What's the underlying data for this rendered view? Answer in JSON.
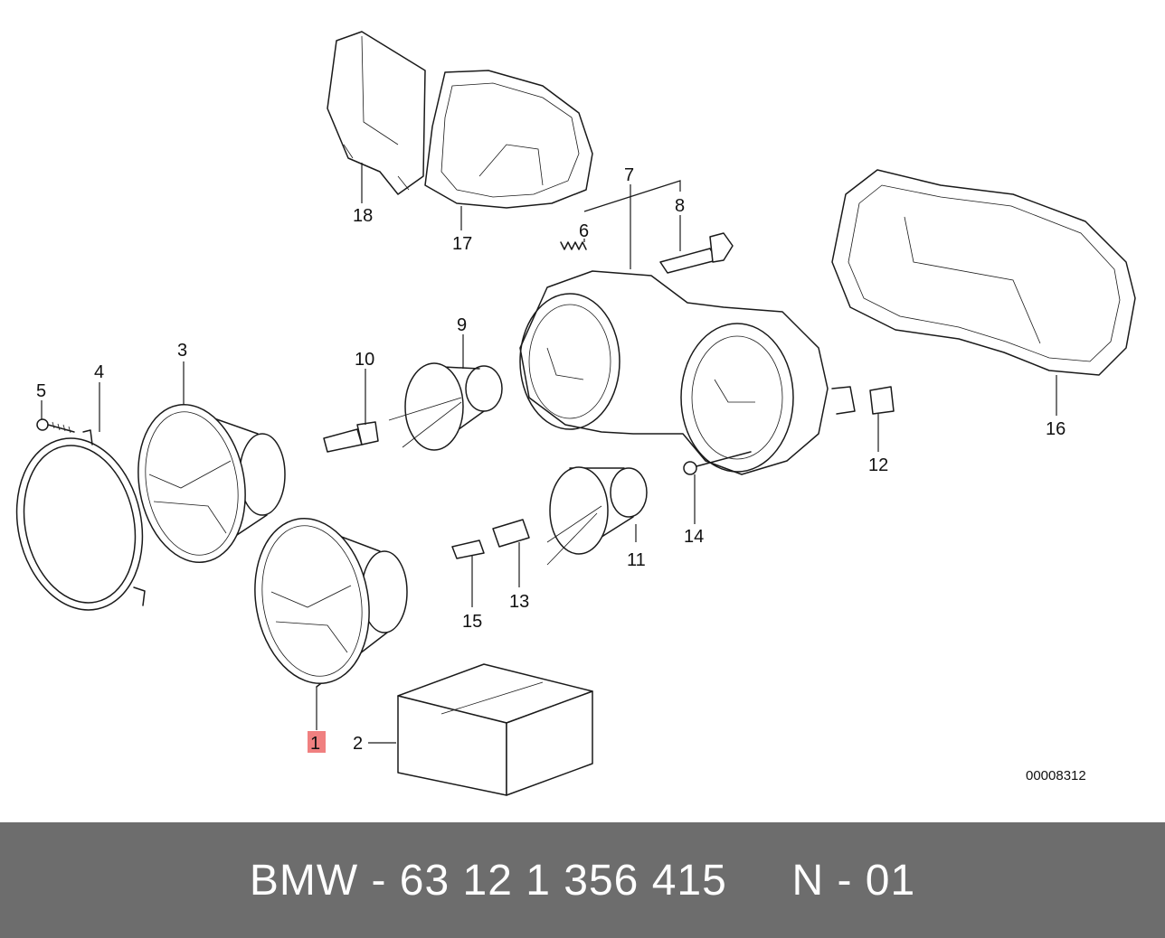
{
  "diagram": {
    "callouts": [
      {
        "id": "c1",
        "label": "1",
        "highlighted": true
      },
      {
        "id": "c2",
        "label": "2"
      },
      {
        "id": "c3",
        "label": "3"
      },
      {
        "id": "c4",
        "label": "4"
      },
      {
        "id": "c5",
        "label": "5"
      },
      {
        "id": "c6",
        "label": "6"
      },
      {
        "id": "c7",
        "label": "7"
      },
      {
        "id": "c8",
        "label": "8"
      },
      {
        "id": "c9",
        "label": "9"
      },
      {
        "id": "c10",
        "label": "10"
      },
      {
        "id": "c11",
        "label": "11"
      },
      {
        "id": "c12",
        "label": "12"
      },
      {
        "id": "c13",
        "label": "13"
      },
      {
        "id": "c14",
        "label": "14"
      },
      {
        "id": "c15",
        "label": "15"
      },
      {
        "id": "c16",
        "label": "16"
      },
      {
        "id": "c17",
        "label": "17"
      },
      {
        "id": "c18",
        "label": "18"
      }
    ],
    "reference_number": "00008312",
    "highlight_color": "#f08080"
  },
  "footer": {
    "text": "BMW - 63 12 1 356 415     N - 01",
    "background": "#6d6d6d"
  }
}
